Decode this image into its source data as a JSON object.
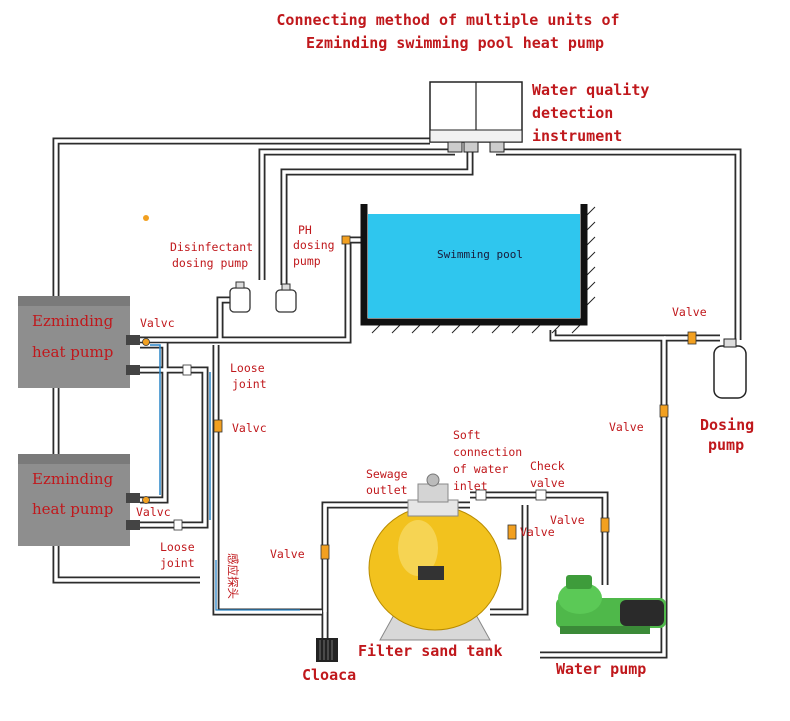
{
  "title": {
    "line1": "Connecting method of multiple units of",
    "line2": "Ezminding swimming pool heat pump"
  },
  "labels": {
    "water_quality": [
      "Water quality",
      "detection",
      "instrument"
    ],
    "swimming_pool": "Swimming pool",
    "heat_pump_1": [
      "Ezminding",
      "heat pump"
    ],
    "heat_pump_2": [
      "Ezminding",
      "heat pump"
    ],
    "disinfectant_pump": [
      "Disinfectant",
      "dosing pump"
    ],
    "ph_pump": [
      "PH",
      "dosing",
      "pump"
    ],
    "valve_hp1": "Valvc",
    "valve_hp2": "Valvc",
    "valve_mid": "Valvc",
    "loose_joint_1": [
      "Loose",
      "joint"
    ],
    "loose_joint_2": [
      "Loose",
      "joint"
    ],
    "sensor_probe": "感应探头",
    "valve_right_top": "Valve",
    "valve_right_mid": "Valve",
    "dosing_pump": [
      "Dosing",
      "pump"
    ],
    "soft_connection": [
      "Soft",
      "connection",
      "of water",
      "inlet"
    ],
    "check_valve": [
      "Check",
      "valve"
    ],
    "sewage_outlet": [
      "Sewage",
      "outlet"
    ],
    "valve_filter_left": "Valve",
    "valve_filter_right_1": "Valve",
    "valve_filter_right_2": "Valve",
    "filter_sand_tank": "Filter sand tank",
    "cloaca": "Cloaca",
    "water_pump": "Water pump"
  },
  "colors": {
    "label_red": "#c0181c",
    "pool_blue": "#2fc6ee",
    "heat_pump_grey": "#8e8e8e",
    "filter_yellow": "#f2c21e",
    "pump_green": "#4fb84a"
  }
}
